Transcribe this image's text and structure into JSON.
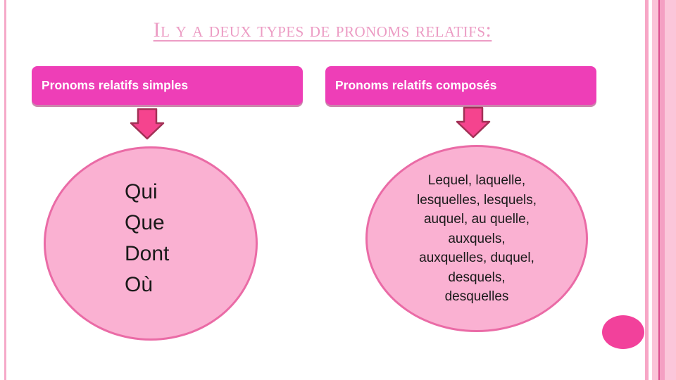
{
  "slide": {
    "title": "Il y a deux types de pronoms relatifs:",
    "columns": [
      {
        "header": "Pronoms relatifs simples",
        "pronoun_lines": [
          "Qui",
          "Que",
          "Dont",
          "Où"
        ]
      },
      {
        "header": "Pronoms relatifs composés",
        "pronoun_lines": [
          "Lequel, laquelle,",
          "lesquelles, lesquels,",
          "auquel, au quelle,",
          "auxquels,",
          "auxquelles, duquel,",
          "desquels,",
          "desquelles"
        ]
      }
    ]
  },
  "colors": {
    "title_pink": "#ec9cc4",
    "header_box_magenta": "#ee3eb7",
    "header_box_text": "#ffffff",
    "arrow_fill": "#f5448e",
    "arrow_stroke": "#a23156",
    "ellipse_fill": "#fab1d2",
    "ellipse_border": "#ea6ba6",
    "dot_pink": "#f2419b",
    "edge_stripe_pink": "#f5aac9",
    "right_band_light": "#fbc3d8",
    "right_band_dark_line": "#db4f8e"
  }
}
